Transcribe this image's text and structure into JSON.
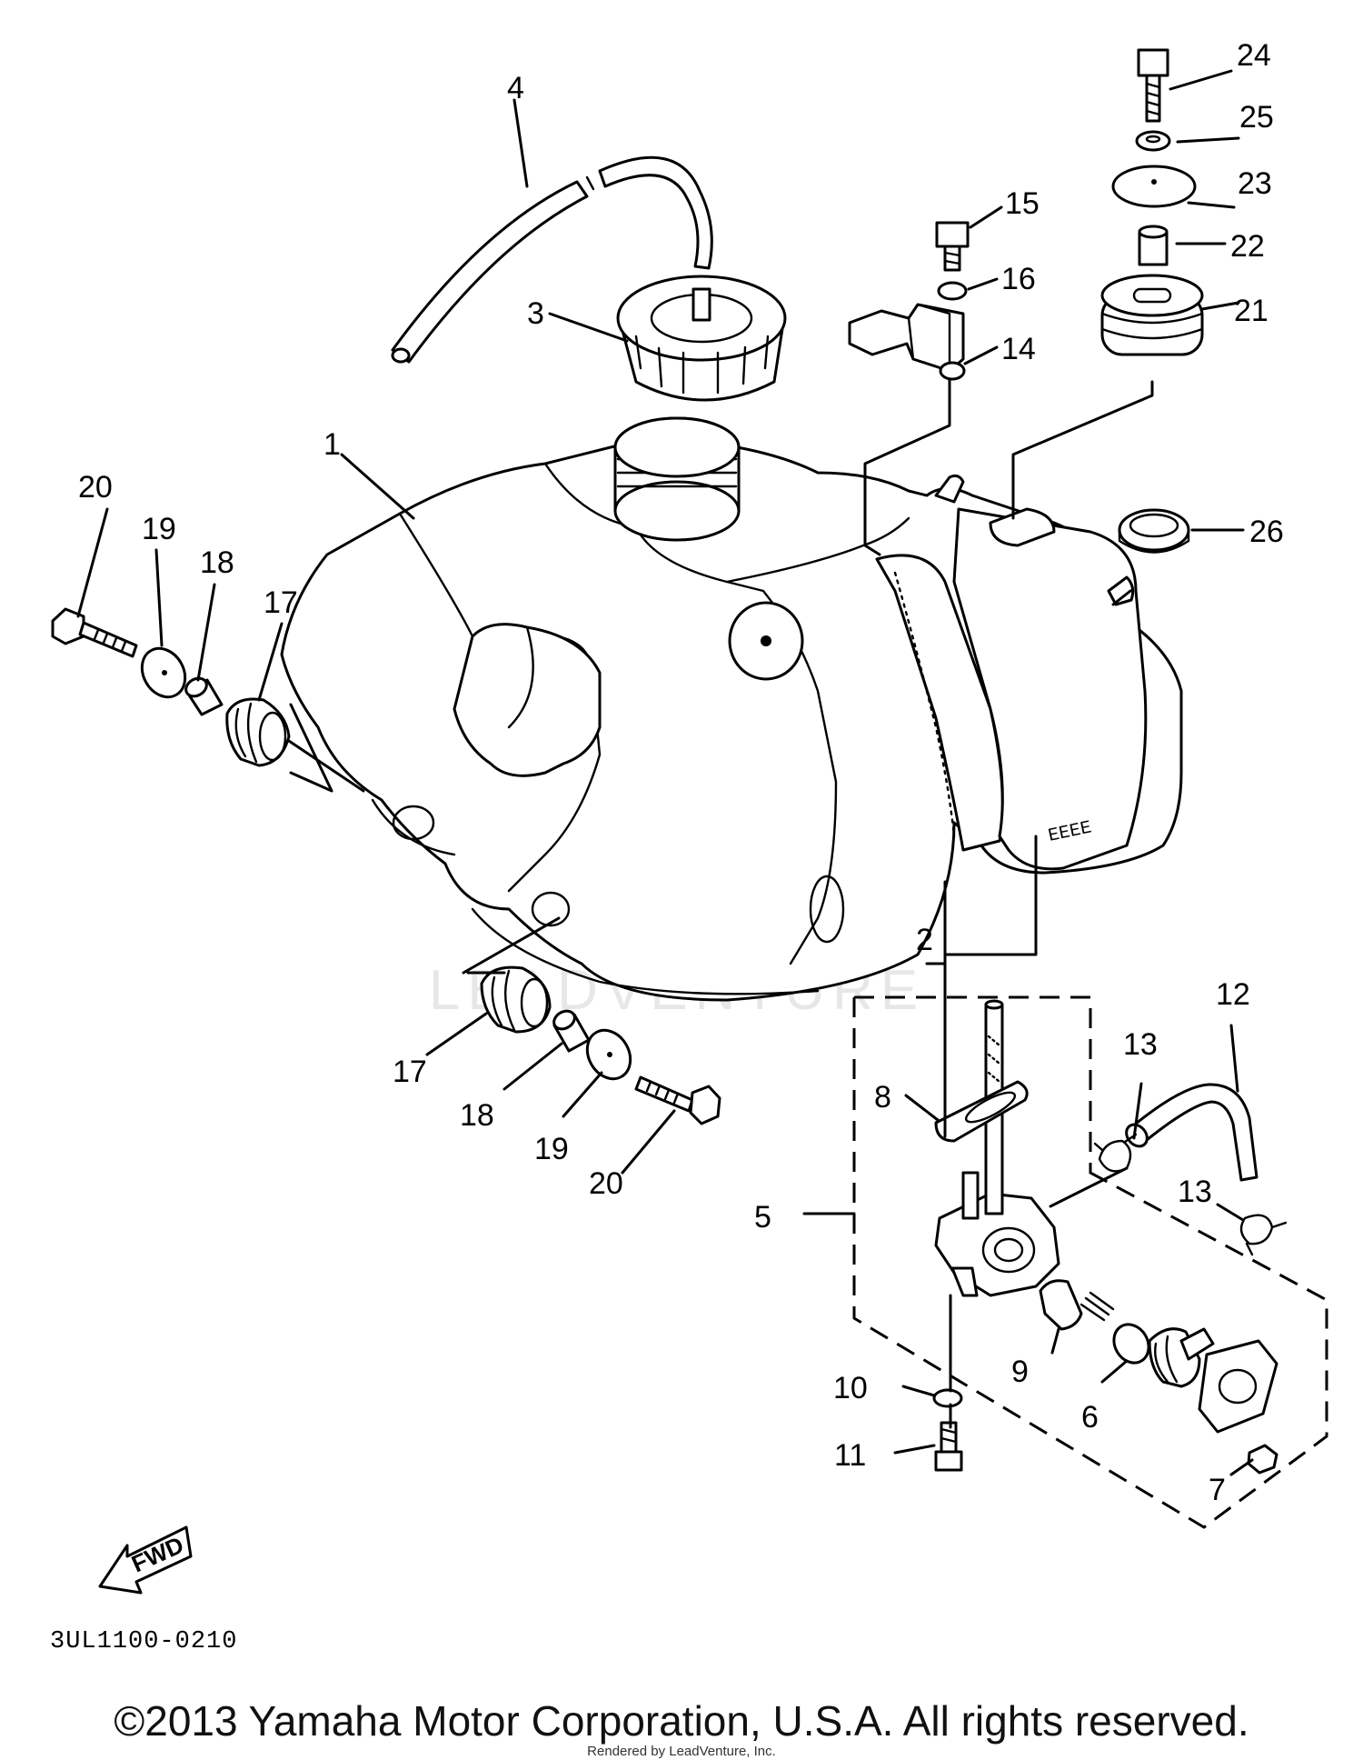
{
  "diagram_code": "3UL1100-0210",
  "fwd_label": "FWD",
  "watermark": "LEADVENTURE",
  "copyright": "©2013 Yamaha Motor Corporation, U.S.A. All rights reserved.",
  "rendered_by": "Rendered by LeadVenture, Inc.",
  "callouts": {
    "c1": "1",
    "c2": "2",
    "c3": "3",
    "c4": "4",
    "c5": "5",
    "c6": "6",
    "c7": "7",
    "c8": "8",
    "c9": "9",
    "c10": "10",
    "c11": "11",
    "c12": "12",
    "c13a": "13",
    "c13b": "13",
    "c14": "14",
    "c15": "15",
    "c16": "16",
    "c17a": "17",
    "c17b": "17",
    "c18a": "18",
    "c18b": "18",
    "c19a": "19",
    "c19b": "19",
    "c20a": "20",
    "c20b": "20",
    "c21": "21",
    "c22": "22",
    "c23": "23",
    "c24": "24",
    "c25": "25",
    "c26": "26"
  }
}
